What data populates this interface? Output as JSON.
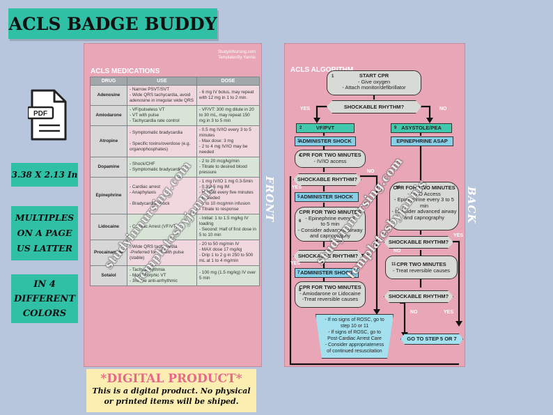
{
  "banner": "ACLS BADGE BUDDY",
  "pdf_label": "PDF",
  "tags": {
    "size": "3.38 X 2.13 In",
    "multiples": [
      "MULTIPLES",
      "ON A PAGE",
      "US LATTER"
    ],
    "colors": [
      "IN 4",
      "DIFFERENT",
      "COLORS"
    ]
  },
  "front": {
    "title": "ACLS MEDICATIONS",
    "brand": [
      "StudyInNursing.com",
      "TemplatesBy Yannis"
    ],
    "side_label": "FRONT",
    "headers": [
      "DRUG",
      "USE",
      "DOSE"
    ],
    "rows": [
      {
        "drug": "Adenosine",
        "use": "- Narrow PSVT/SVT\n- Wide QRS tachycardia, avoid adenosine in irregular wide QRS",
        "dose": "- 6 mg IV bolus, may repeat with 12 mg in 1 to 2 min."
      },
      {
        "drug": "Amiodarone",
        "use": "- VF/pulseless VT\n- VT with pulse\n- Tachycardia rate control",
        "dose": "- VF/VT: 300 mg dilute in 20 to 30 mL, may repeat 150 mg in 3 to 5 min"
      },
      {
        "drug": "Atropine",
        "use": "- Symptomatic bradycardia\n\n- Specific toxins/overdose (e.g. organophosphates)",
        "dose": "- 0.5 mg IV/IO every 3 to 5 minutes\n- Max dose: 3 mg\n- 2 to 4 mg IV/IO may be needed"
      },
      {
        "drug": "Dopamine",
        "use": "- Shock/CHF\n- Symptomatic bradycardia",
        "dose": "- 2 to 20 mcg/kg/min\n- Titrate to desired blood pressure"
      },
      {
        "drug": "Epinephrine",
        "use": "- Cardiac arrest\n- Anaphylaxis\n\n- Bradycardia/Shock",
        "dose": "- 1 mg IV/IO 1 mg 0.3-5min\n- 0.3-0.5 mg IM\n- Repeat every five minutes as needed\n- 2 to 10 mcg/min infusion\n- Titrate to response"
      },
      {
        "drug": "Lidocaine",
        "use": "- Cardiac Arrest (VF/VT)",
        "dose": "- Initial: 1 to 1.5 mg/kg IV loading\n- Second: Half of first dose in 5 to 10 min"
      },
      {
        "drug": "Procainamide",
        "use": "- Wide QRS tachycardia\n-Preferred for VT with pulse (stable)",
        "dose": "- 20 to 50 mg/min IV\n- MAX dose 17 mg/kg\n- Drip 1 to 2 g in 250 to 500 mL at 1 to 4 mg/min"
      },
      {
        "drug": "Sotalol",
        "use": "- Tachyarrhythmia\n- Monomorphic VT\n- 3rd line anti-arrhythmic",
        "dose": "- 100 mg (1.5 mg/kg) IV over 5 min"
      }
    ]
  },
  "back": {
    "title": "ACLS ALGORITHM",
    "side_label": "BACK",
    "start": {
      "num": "1",
      "title": "START CPR",
      "lines": [
        "- Give oxygen",
        "- Attach monitor/defibrillator"
      ]
    },
    "shockable_q": "SHOCKABLE RHYTHM?",
    "yes": "YES",
    "no": "NO",
    "vf": {
      "num": "2",
      "label": "VF/PVT"
    },
    "asys": {
      "num": "9",
      "label": "ASYSTOLE/PEA"
    },
    "shock": {
      "num": "3",
      "label": "ADMINISTER SHOCK"
    },
    "epi_asap": "EPINEPHRINE ASAP",
    "cpr1": {
      "num": "4",
      "title": "CPR FOR TWO MINUTES",
      "lines": [
        "- IV/IO access"
      ]
    },
    "cpr_right": {
      "num": "10",
      "title": "CPR FOR TWO MINUTES",
      "lines": [
        "- IV/IO Access",
        "- Epinephrine every 3 to 5 min",
        "- Consider advanced airway and capnography"
      ]
    },
    "shock5": {
      "num": "5",
      "label": "ADMINISTER SHOCK"
    },
    "cpr6": {
      "num": "6",
      "title": "CPR FOR TWO MINUTES",
      "lines": [
        "- Epinephrine every 3",
        "to 5 min",
        "- Consider advanced airway",
        "and capnography"
      ]
    },
    "shock7": {
      "num": "7",
      "label": "ADMINISTER SHOCK"
    },
    "cpr8": {
      "num": "8",
      "title": "CPR FOR TWO MINUTES",
      "lines": [
        "- Amiodarone or Lidocaine",
        "-Treat reversible causes"
      ]
    },
    "cpr11": {
      "num": "11",
      "title": "CPR TWO MINUTES",
      "lines": [
        "- Treat reversible causes"
      ]
    },
    "rosc": [
      "- If no signs of ROSC, go to",
      "step 10 or 11",
      "- If signs of ROSC, go to",
      "Post-Cardiac Arrest Care",
      "- Consider appropriateness",
      "of continued resuscitation"
    ],
    "goto": "GO TO STEP 5 OR 7"
  },
  "watermark": [
    "studyinnursing.com",
    "templatesbyjannis"
  ],
  "digital": {
    "title": "*DIGITAL PRODUCT*",
    "lines": [
      "This is a digital product. No physical",
      "or printed items will be shiped."
    ]
  },
  "colors": {
    "teal": "#2fc0a6",
    "pink": "#e8a6b6",
    "blue": "#86cfe9",
    "background": "#b7c6dc"
  }
}
